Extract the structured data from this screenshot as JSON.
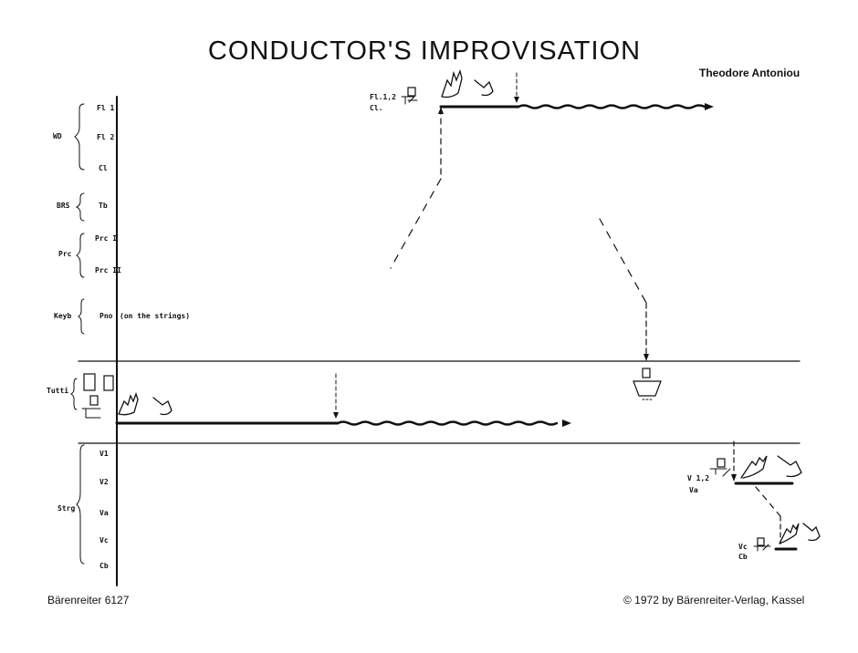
{
  "title": "CONDUCTOR'S IMPROVISATION",
  "composer": "Theodore Antoniou",
  "footer": {
    "publisher_number": "Bärenreiter 6127",
    "copyright": "© 1972 by Bärenreiter-Verlag, Kassel"
  },
  "groups": [
    {
      "label": "WD",
      "instruments": [
        "Fl 1",
        "Fl 2",
        "Cl"
      ]
    },
    {
      "label": "BRS",
      "instruments": [
        "Tb"
      ]
    },
    {
      "label": "Prc",
      "instruments": [
        "Prc I",
        "Prc II"
      ]
    },
    {
      "label": "Keyb",
      "instruments": [
        "Pno"
      ]
    },
    {
      "label": "Tutti",
      "instruments": []
    },
    {
      "label": "Strg",
      "instruments": [
        "V1",
        "V2",
        "Va",
        "Vc",
        "Cb"
      ]
    }
  ],
  "piano_note": "(on the strings)",
  "cues": {
    "winds": "Fl.1,2",
    "winds2": "Cl.",
    "strings_a": "V 1,2",
    "strings_b": "Va",
    "strings_c": "Vc",
    "strings_d": "Cb"
  },
  "colors": {
    "ink": "#111111",
    "paper": "#ffffff"
  }
}
